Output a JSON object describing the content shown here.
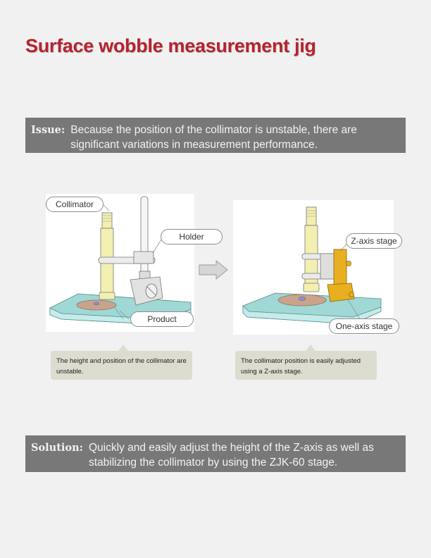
{
  "title": "Surface wobble measurement jig",
  "issue": {
    "label": "Issue:",
    "text": "Because the position of the collimator is unstable, there are significant variations in measurement performance."
  },
  "before": {
    "callouts": {
      "collimator": "Collimator",
      "holder": "Holder",
      "product": "Product"
    },
    "note": "The height and position of the collimator are unstable."
  },
  "after": {
    "callouts": {
      "z_axis_stage": "Z-axis stage",
      "one_axis_stage": "One-axis stage"
    },
    "note": "The collimator position is easily adjusted using a Z-axis stage."
  },
  "solution": {
    "label": "Solution:",
    "text": "Quickly and easily adjust the height of the Z-axis as well as stabilizing the collimator by using the ZJK-60 stage."
  },
  "colors": {
    "title": "#b5232e",
    "band": "#787878",
    "note": "#dcdccf",
    "base_plate": "#9fd8d4",
    "collimator": "#f2efb0",
    "stage": "#e8b020",
    "product_disk": "#c9a48a"
  }
}
